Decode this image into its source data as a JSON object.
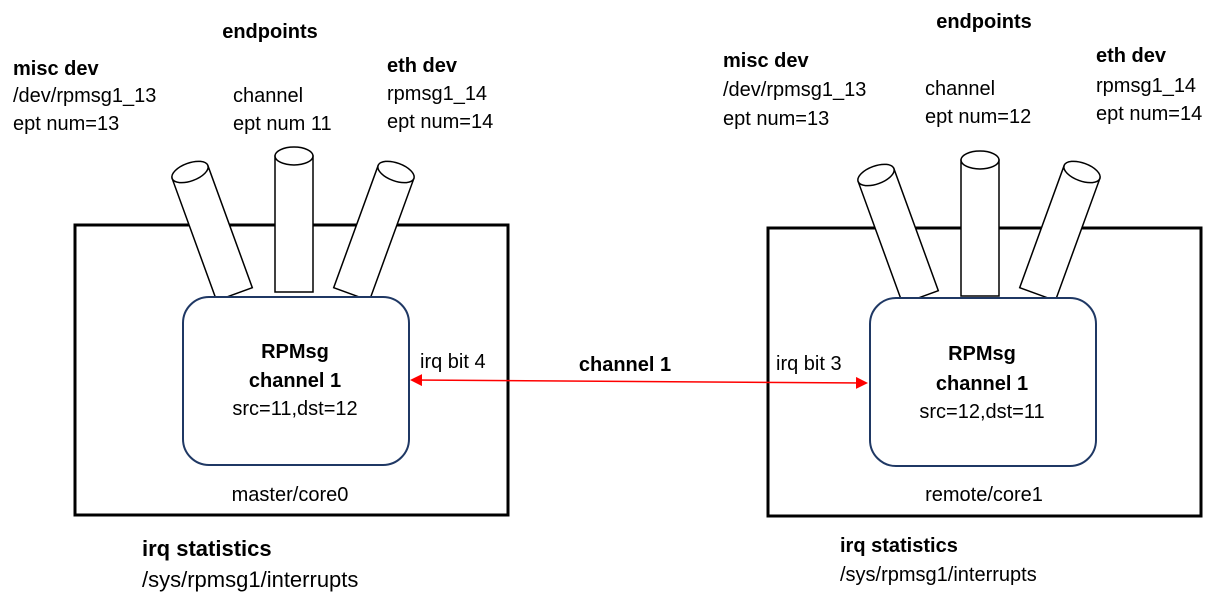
{
  "master": {
    "endpoints_title": "endpoints",
    "misc_dev": {
      "title": "misc dev",
      "line1": "/dev/rpmsg1_13",
      "line2": "ept num=13"
    },
    "channel_ep": {
      "line1": "channel",
      "line2": "ept num 11"
    },
    "eth_dev": {
      "title": "eth dev",
      "line1": "rpmsg1_14",
      "line2": "ept num=14"
    },
    "rpmsg": {
      "title1": "RPMsg",
      "title2": "channel 1",
      "addr": "src=11,dst=12"
    },
    "irq_bit": "irq bit 4",
    "core_label": "master/core0",
    "irq_stats": {
      "title": "irq statistics",
      "path": "/sys/rpmsg1/interrupts"
    }
  },
  "remote": {
    "endpoints_title": "endpoints",
    "misc_dev": {
      "title": "misc dev",
      "line1": "/dev/rpmsg1_13",
      "line2": "ept num=13"
    },
    "channel_ep": {
      "line1": "channel",
      "line2": "ept num=12"
    },
    "eth_dev": {
      "title": "eth dev",
      "line1": "rpmsg1_14",
      "line2": "ept num=14"
    },
    "rpmsg": {
      "title1": "RPMsg",
      "title2": "channel 1",
      "addr": "src=12,dst=11"
    },
    "irq_bit": "irq bit 3",
    "core_label": "remote/core1",
    "irq_stats": {
      "title": "irq statistics",
      "path": "/sys/rpmsg1/interrupts"
    }
  },
  "link": {
    "label": "channel 1",
    "color": "#ff0000"
  },
  "colors": {
    "box_border": "#000000",
    "channel_box_border": "#1f3864",
    "cylinder": "#000000"
  }
}
